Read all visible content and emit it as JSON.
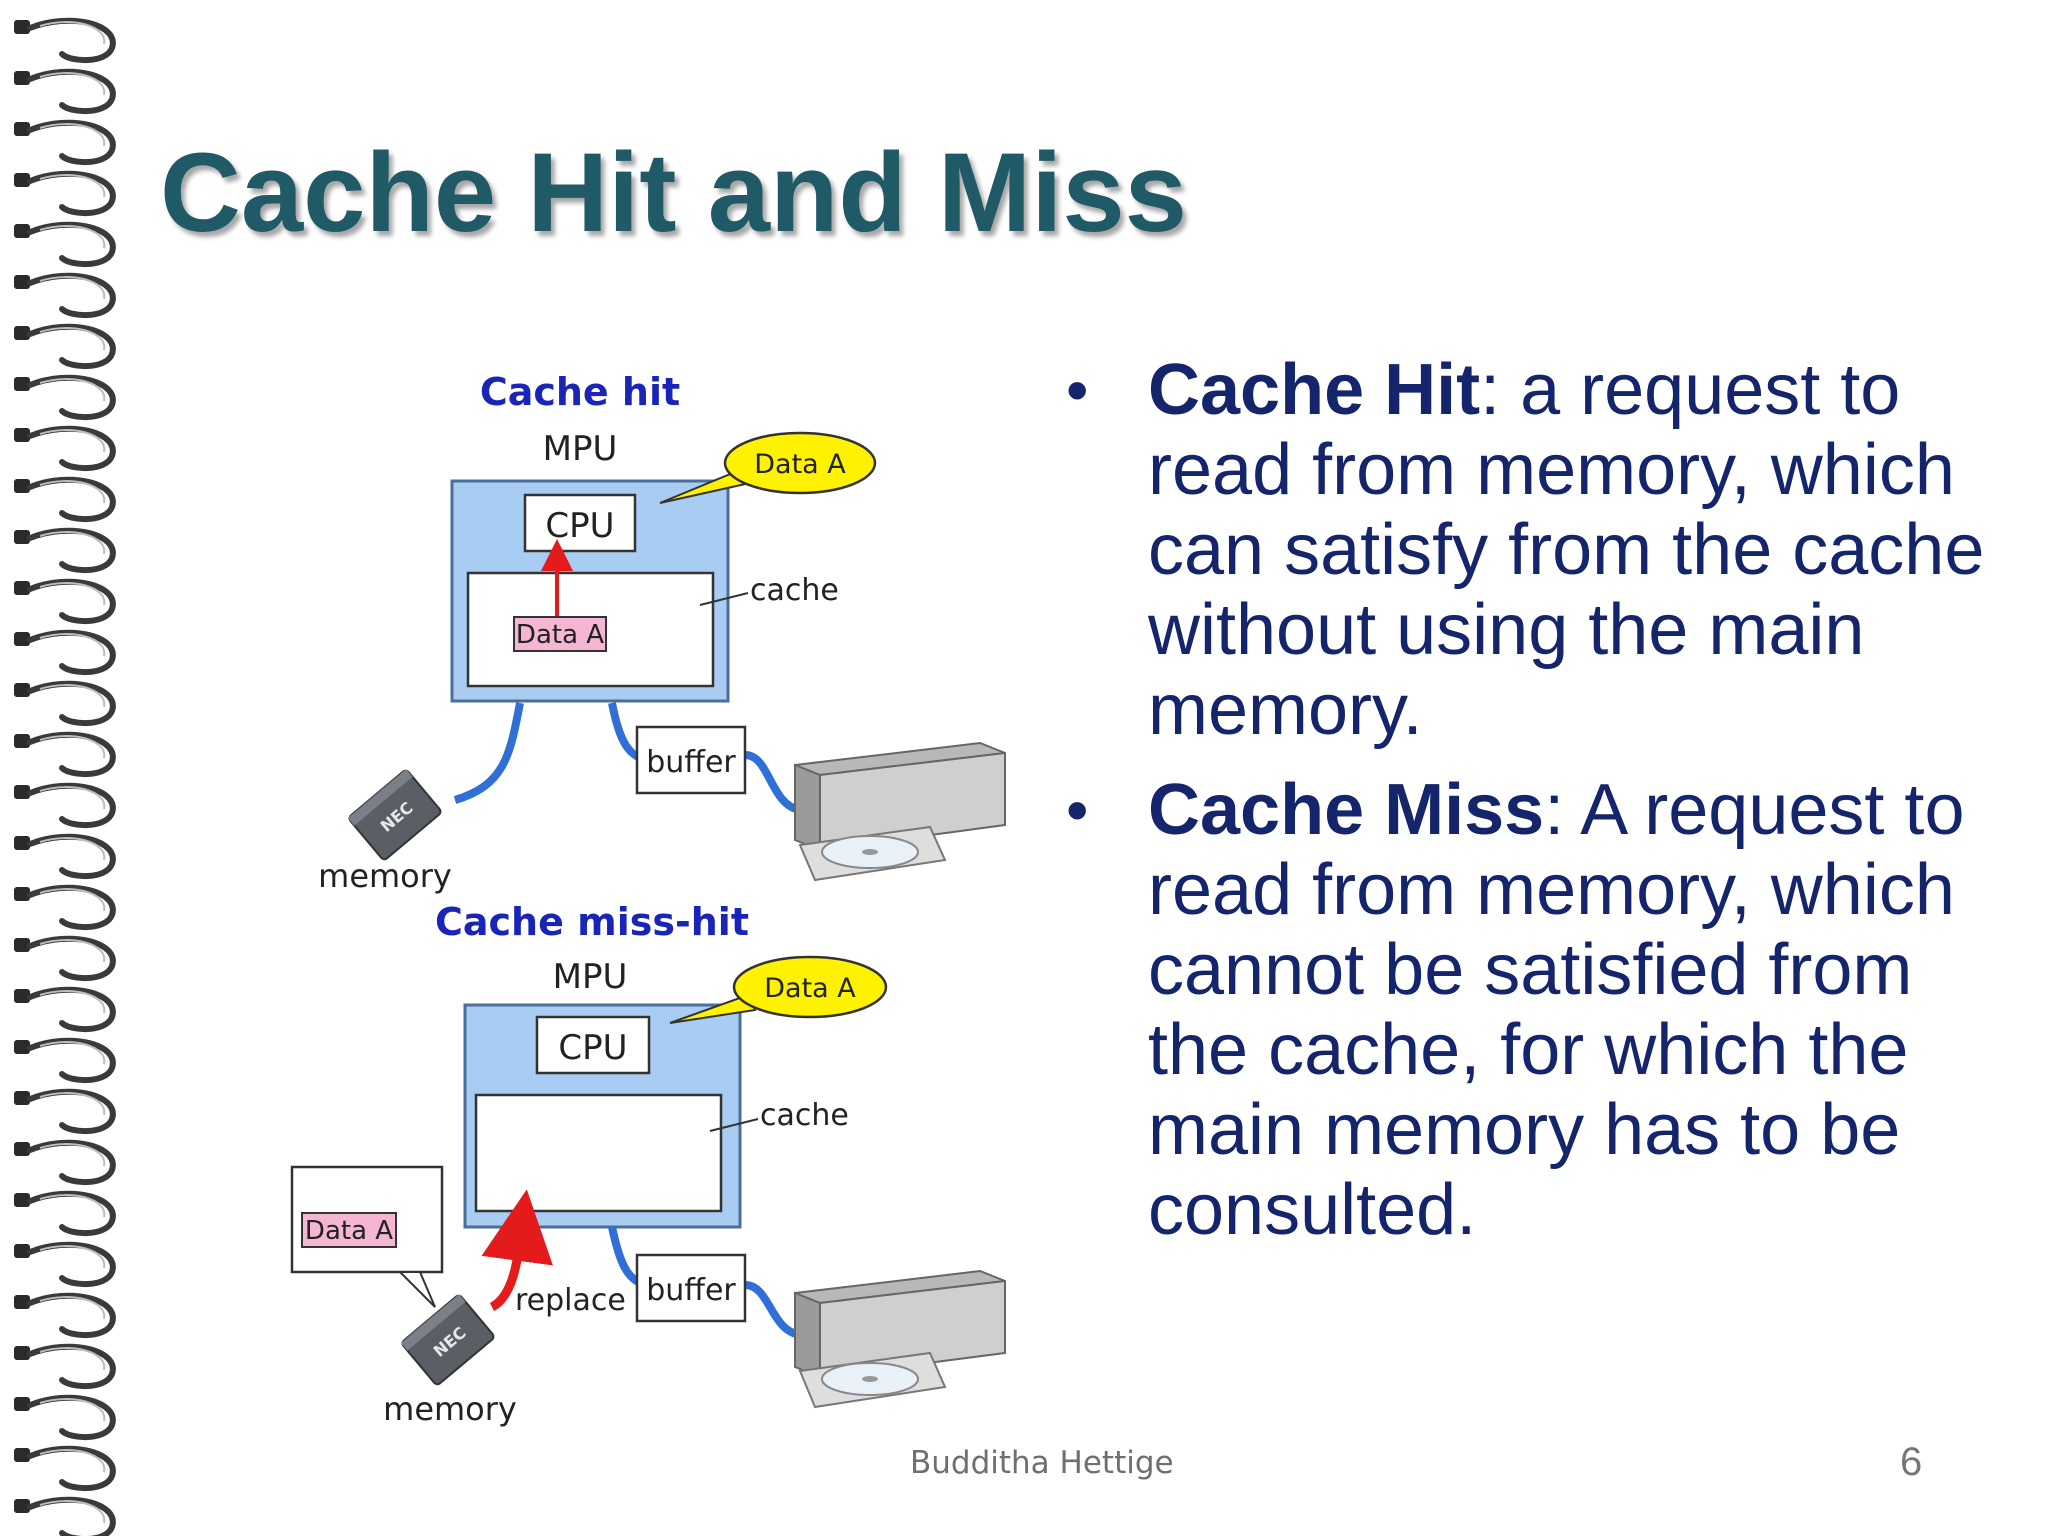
{
  "slide": {
    "title": "Cache Hit and Miss",
    "footer": "Budditha Hettige",
    "page_number": "6"
  },
  "diagram": {
    "hit": {
      "heading": "Cache hit",
      "mpu": "MPU",
      "cpu": "CPU",
      "bubble": "Data A",
      "cache_label": "cache",
      "data": "Data A",
      "buffer": "buffer",
      "memory": "memory",
      "chip": "NEC"
    },
    "miss": {
      "heading": "Cache miss-hit",
      "mpu": "MPU",
      "cpu": "CPU",
      "bubble": "Data A",
      "cache_label": "cache",
      "data": "Data A",
      "replace": "replace",
      "buffer": "buffer",
      "memory": "memory",
      "chip": "NEC"
    }
  },
  "bullets": [
    {
      "term": "Cache Hit",
      "rest": ": a request to read from memory, which can satisfy from the cache without using the main memory."
    },
    {
      "term": "Cache Miss",
      "rest": ": A request to read from memory, which cannot be satisfied from the cache, for which the main memory has to be consulted."
    }
  ],
  "colors": {
    "title": "#1f5a66",
    "body_text": "#15256b",
    "mpu_fill": "#a9cdf2",
    "bubble_fill": "#fff200",
    "data_fill": "#f4b6d2",
    "link": "#2f6fd6",
    "arrow": "#e31b1b"
  }
}
